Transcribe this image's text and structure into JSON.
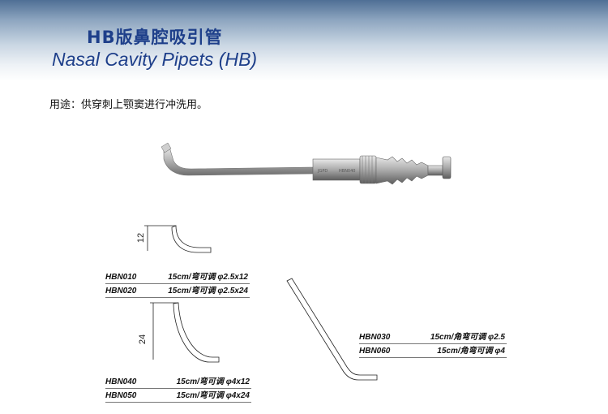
{
  "header": {
    "title_cn": "HB版鼻腔吸引管",
    "title_en": "Nasal Cavity Pipets (HB)"
  },
  "usage": "用途：供穿刺上颚窦进行冲洗用。",
  "instrument": {
    "engraving": "HBN040"
  },
  "diagrams": {
    "small_curve_dim": "12",
    "large_curve_dim": "24"
  },
  "products": [
    {
      "code": "HBN010",
      "spec": "15cm/弯可调 φ2.5x12"
    },
    {
      "code": "HBN020",
      "spec": "15cm/弯可调 φ2.5x24"
    },
    {
      "code": "HBN030",
      "spec": "15cm/角弯可调 φ2.5"
    },
    {
      "code": "HBN060",
      "spec": "15cm/角弯可调 φ4"
    },
    {
      "code": "HBN040",
      "spec": "15cm/弯可调 φ4x12"
    },
    {
      "code": "HBN050",
      "spec": "15cm/弯可调 φ4x24"
    }
  ],
  "colors": {
    "title": "#1e3f8a",
    "band_top": "#4f6f95"
  }
}
